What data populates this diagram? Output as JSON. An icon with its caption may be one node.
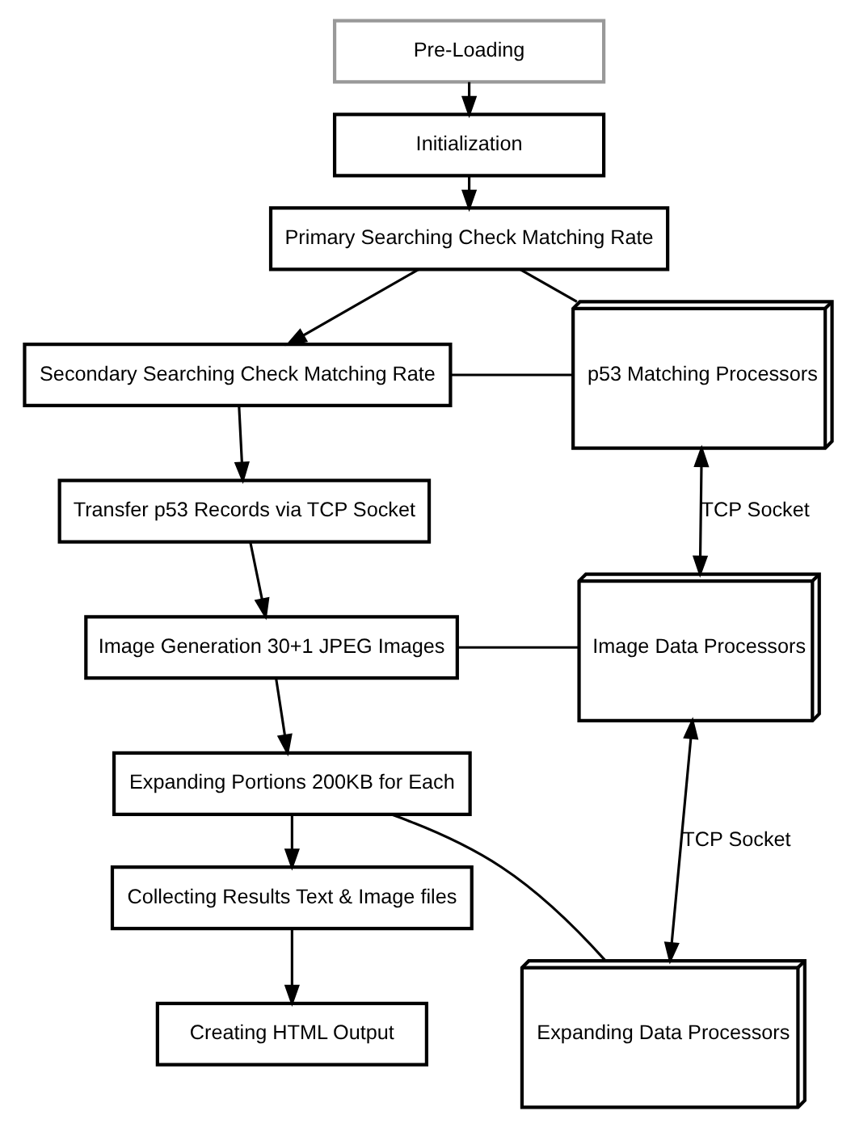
{
  "diagram": {
    "nodes": [
      {
        "text": [
          "Pre-Loading"
        ]
      },
      {
        "text": [
          "Initialization"
        ]
      },
      {
        "text": [
          "Primary Searching Check Matching Rate"
        ]
      },
      {
        "text": [
          "Secondary Searching Check Matching Rate"
        ]
      },
      {
        "text": [
          "Transfer p53 Records via TCP Socket"
        ]
      },
      {
        "text": [
          "Image Generation 30+1 JPEG Images"
        ]
      },
      {
        "text": [
          "Expanding Portions 200KB for Each"
        ]
      },
      {
        "text": [
          "Collecting Results Text & Image files"
        ]
      },
      {
        "text": [
          "Creating HTML Output"
        ]
      },
      {
        "text": [
          "p53 Matching Processors"
        ]
      },
      {
        "text": [
          "Image Data Processors"
        ]
      },
      {
        "text": [
          "Expanding Data Processors"
        ]
      }
    ],
    "edges": [
      {
        "from": 0,
        "to": 1,
        "arrow": "to"
      },
      {
        "from": 1,
        "to": 2,
        "arrow": "to"
      },
      {
        "from": 2,
        "to": 3,
        "arrow": "to"
      },
      {
        "from": 3,
        "to": 4,
        "arrow": "to"
      },
      {
        "from": 4,
        "to": 5,
        "arrow": "to"
      },
      {
        "from": 5,
        "to": 6,
        "arrow": "to"
      },
      {
        "from": 6,
        "to": 7,
        "arrow": "to"
      },
      {
        "from": 7,
        "to": 8,
        "arrow": "to"
      },
      {
        "from": 2,
        "to": 9,
        "arrow": "none"
      },
      {
        "from": 3,
        "to": 9,
        "arrow": "none"
      },
      {
        "from": 5,
        "to": 10,
        "arrow": "none"
      },
      {
        "from": 6,
        "to": 11,
        "arrow": "none"
      },
      {
        "from": 9,
        "to": 10,
        "arrow": "both",
        "label": "TCP Socket"
      },
      {
        "from": 10,
        "to": 11,
        "arrow": "both",
        "label": "TCP Socket"
      }
    ]
  }
}
